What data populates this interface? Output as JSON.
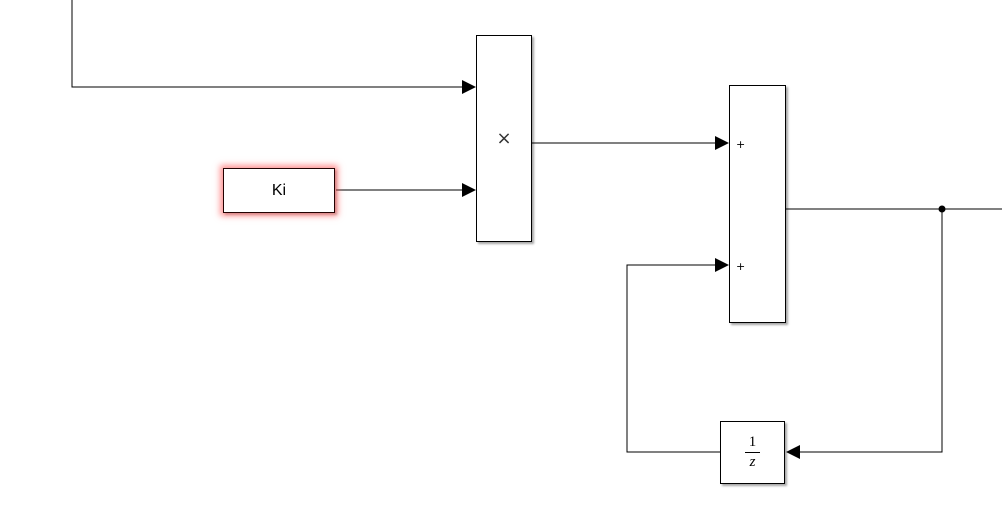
{
  "blocks": {
    "constant": {
      "label": "Ki"
    },
    "product": {
      "operator": "×"
    },
    "sum": {
      "port_signs": [
        "+",
        "+"
      ]
    },
    "unit_delay": {
      "numerator": "1",
      "denominator": "z"
    }
  },
  "colors": {
    "wire": "#000000",
    "selection_glow": "#ff5050",
    "background": "#ffffff"
  }
}
